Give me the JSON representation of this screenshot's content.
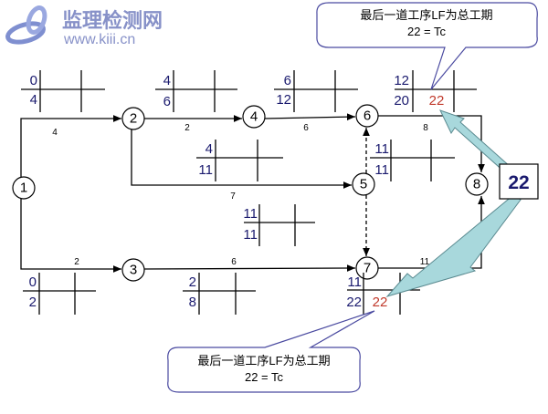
{
  "logo": {
    "title": "监理检测网",
    "url": "www.kiii.cn"
  },
  "nodes": [
    "1",
    "2",
    "3",
    "4",
    "5",
    "6",
    "7",
    "8"
  ],
  "durations": {
    "a12": "4",
    "a24": "2",
    "a46": "6",
    "a68": "8",
    "a25": "7",
    "a13": "2",
    "a37": "6",
    "a78": "11"
  },
  "tables": {
    "t12": {
      "es": "0",
      "ef": "4"
    },
    "t24": {
      "es": "4",
      "ef": "6"
    },
    "t46": {
      "es": "6",
      "ef": "12"
    },
    "t68": {
      "es": "12",
      "ef": "20",
      "lf": "22"
    },
    "t25": {
      "es": "4",
      "ef": "11"
    },
    "t56": {
      "es": "11",
      "ef": "11"
    },
    "t57": {
      "es": "11",
      "ef": "11"
    },
    "t13": {
      "es": "0",
      "ef": "2"
    },
    "t37": {
      "es": "2",
      "ef": "8"
    },
    "t78": {
      "es": "11",
      "ef": "22",
      "lf": "22"
    }
  },
  "callout_top": {
    "line1": "最后一道工序LF为总工期",
    "line2": "22 = Tc"
  },
  "callout_bottom": {
    "line1": "最后一道工序LF为总工期",
    "line2": "22 = Tc"
  },
  "total_box": "22",
  "colors": {
    "numbers": "#1a1a6e",
    "highlight": "#c0392b",
    "arrow": "#a8d8dc",
    "callout_border": "#4a4aa0"
  }
}
